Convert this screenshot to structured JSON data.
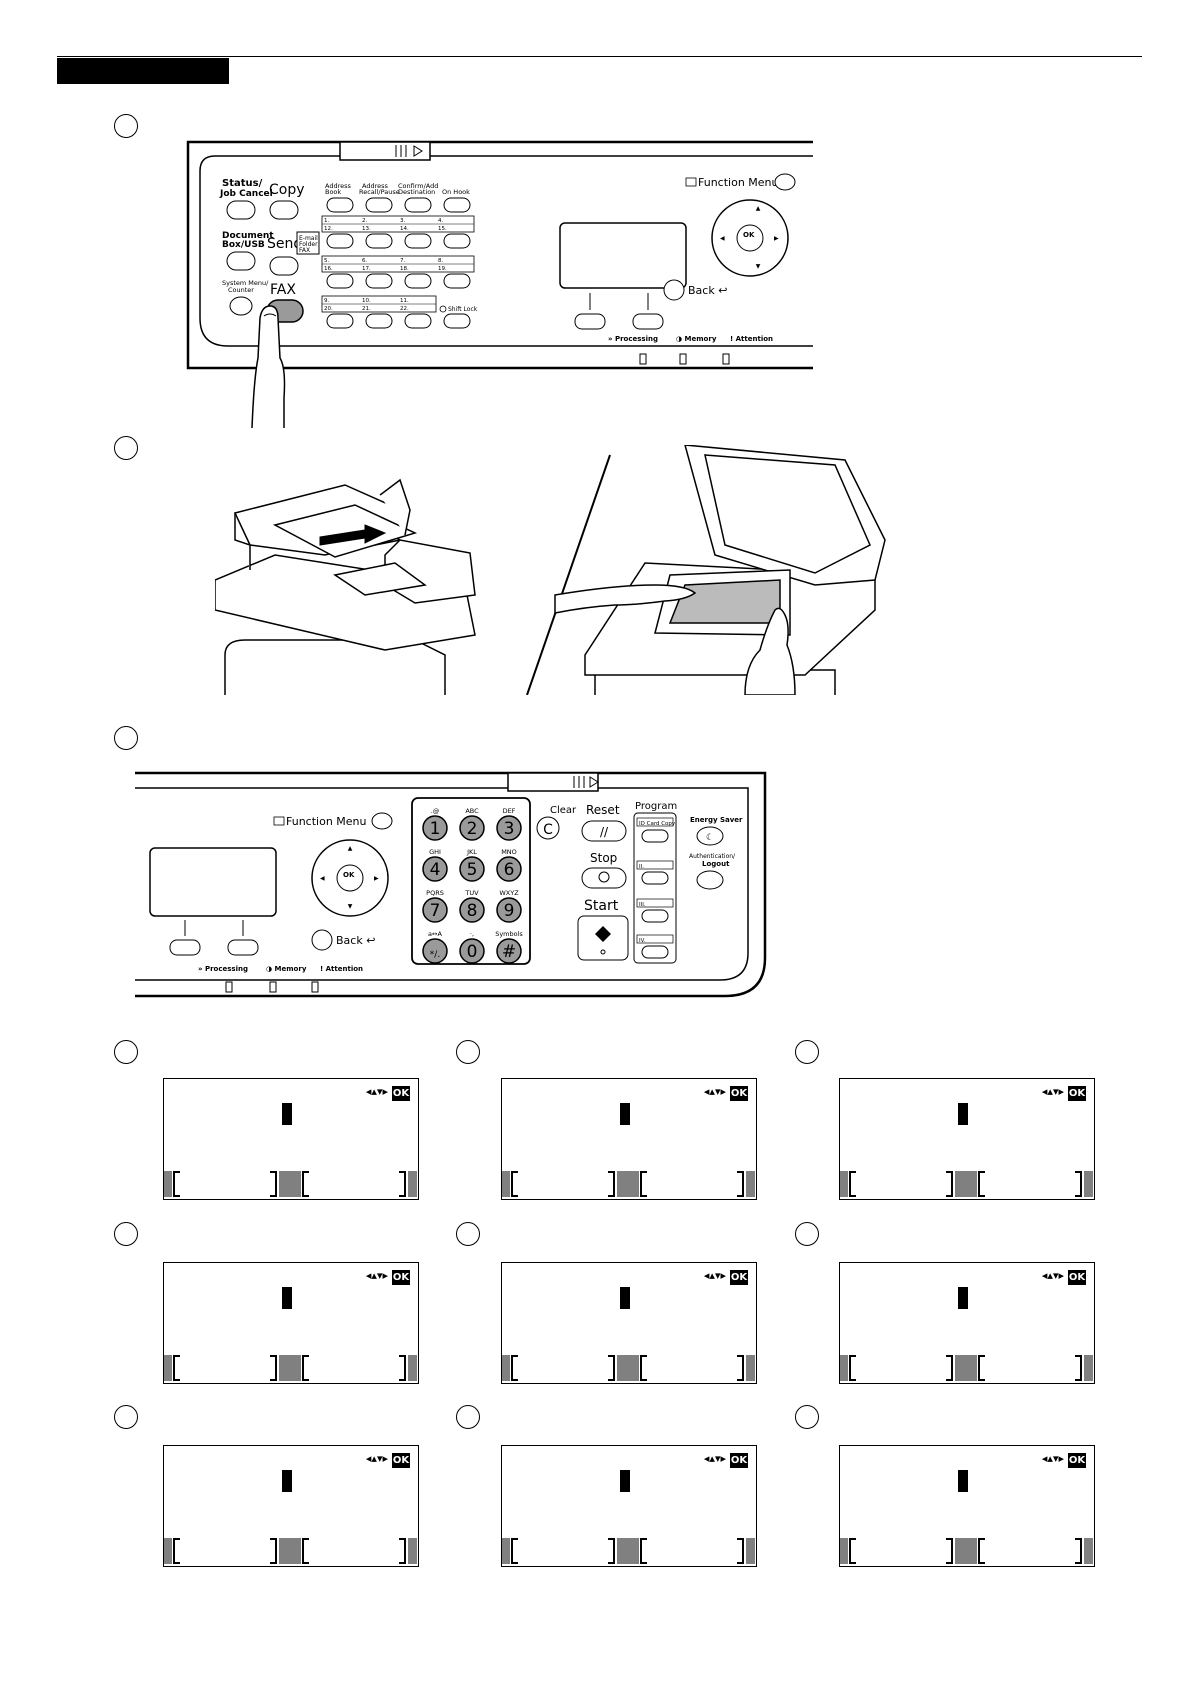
{
  "panel_top": {
    "status_label": "Status/\nJob Cancel",
    "copy_label": "Copy",
    "document_box_label": "Document\nBox/USB",
    "send_label": "Send",
    "send_sub": "E-mail\nFolder\nFAX",
    "system_menu_label": "System Menu/\nCounter",
    "fax_label": "FAX",
    "address_book": "Address\nBook",
    "address_recall": "Address\nRecall/Pause",
    "confirm_add": "Confirm/Add\nDestination",
    "on_hook": "On Hook",
    "one_touch_rows": [
      [
        "1.",
        "2.",
        "3.",
        "4."
      ],
      [
        "12.",
        "13.",
        "14.",
        "15."
      ],
      [
        "5.",
        "6.",
        "7.",
        "8."
      ],
      [
        "16.",
        "17.",
        "18.",
        "19."
      ],
      [
        "9.",
        "10.",
        "11.",
        ""
      ],
      [
        "20.",
        "21.",
        "22.",
        ""
      ]
    ],
    "shift_lock": "Shift Lock",
    "function_menu": "Function Menu",
    "back": "Back",
    "processing": "Processing",
    "memory": "Memory",
    "attention": "Attention",
    "ok": "OK"
  },
  "panel_bottom": {
    "function_menu": "Function Menu",
    "back": "Back",
    "processing": "Processing",
    "memory": "Memory",
    "attention": "Attention",
    "ok": "OK",
    "keypad": [
      {
        "key": "1",
        "letters": ".@"
      },
      {
        "key": "2",
        "letters": "ABC"
      },
      {
        "key": "3",
        "letters": "DEF"
      },
      {
        "key": "4",
        "letters": "GHI"
      },
      {
        "key": "5",
        "letters": "JKL"
      },
      {
        "key": "6",
        "letters": "MNO"
      },
      {
        "key": "7",
        "letters": "PQRS"
      },
      {
        "key": "8",
        "letters": "TUV"
      },
      {
        "key": "9",
        "letters": "WXYZ"
      },
      {
        "key": "*/.",
        "letters": "a↔A"
      },
      {
        "key": "0",
        "letters": "·,"
      },
      {
        "key": "#",
        "letters": "Symbols"
      }
    ],
    "clear": "Clear",
    "clear_key": "C",
    "reset": "Reset",
    "stop": "Stop",
    "start": "Start",
    "program": "Program",
    "id_card_copy": "ID Card Copy",
    "program_slots": [
      "II.",
      "III.",
      "IV."
    ],
    "energy_saver": "Energy Saver",
    "auth_logout": "Authentication/\nLogout"
  },
  "lcd": {
    "ok_badge": "OK",
    "nav_arrows": "◂▴▾▸"
  }
}
